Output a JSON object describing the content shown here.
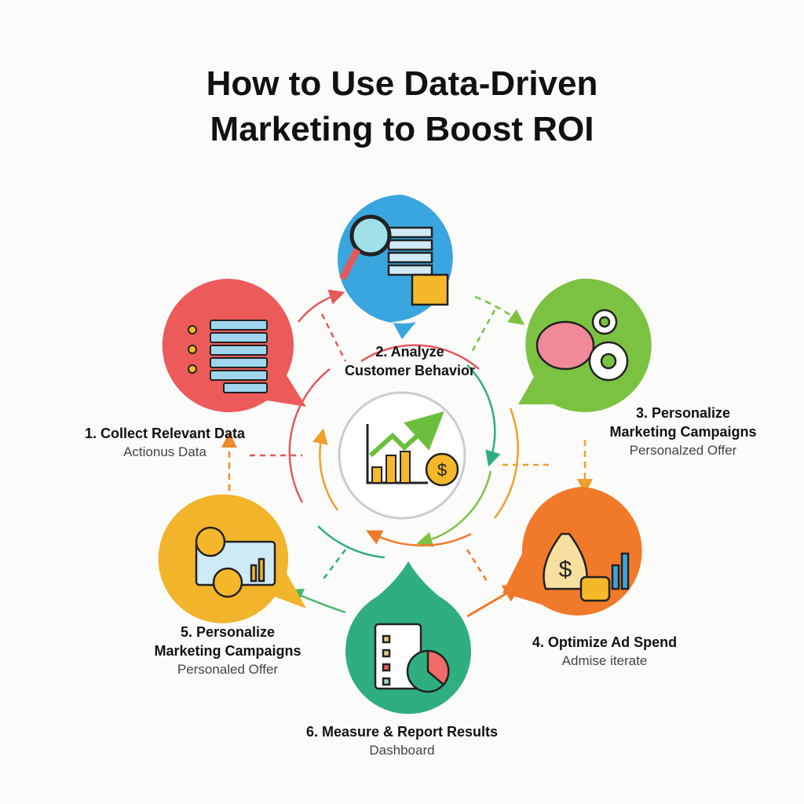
{
  "title": {
    "line1": "How to Use Data-Driven",
    "line2": "Marketing to Boost ROI"
  },
  "steps": [
    {
      "title": "1. Collect Relevant Data",
      "subtitle": "Actionus Data",
      "color": "#ec5a5a",
      "icon": "database-server-icon"
    },
    {
      "title": "2. Analyze",
      "title2": "Customer Behavior",
      "color": "#3aa6e0",
      "icon": "magnifier-server-icon"
    },
    {
      "title": "3. Personalize",
      "title2": "Marketing Campaigns",
      "subtitle": "Personalzed Offer",
      "color": "#7cc242",
      "icon": "brain-gears-icon"
    },
    {
      "title": "4. Optimize Ad Spend",
      "subtitle": "Admise iterate",
      "color": "#f07a2a",
      "icon": "money-bag-chart-icon"
    },
    {
      "title": "5. Personalize",
      "title2": "Marketing Campaigns",
      "subtitle": "Personaled Offer",
      "color": "#f2b42a",
      "icon": "coins-folder-icon"
    },
    {
      "title": "6. Measure & Report Results",
      "subtitle": "Dashboard",
      "color": "#2fae7f",
      "icon": "clipboard-pie-icon"
    }
  ],
  "center": {
    "icon": "growth-chart-dollar-icon"
  }
}
